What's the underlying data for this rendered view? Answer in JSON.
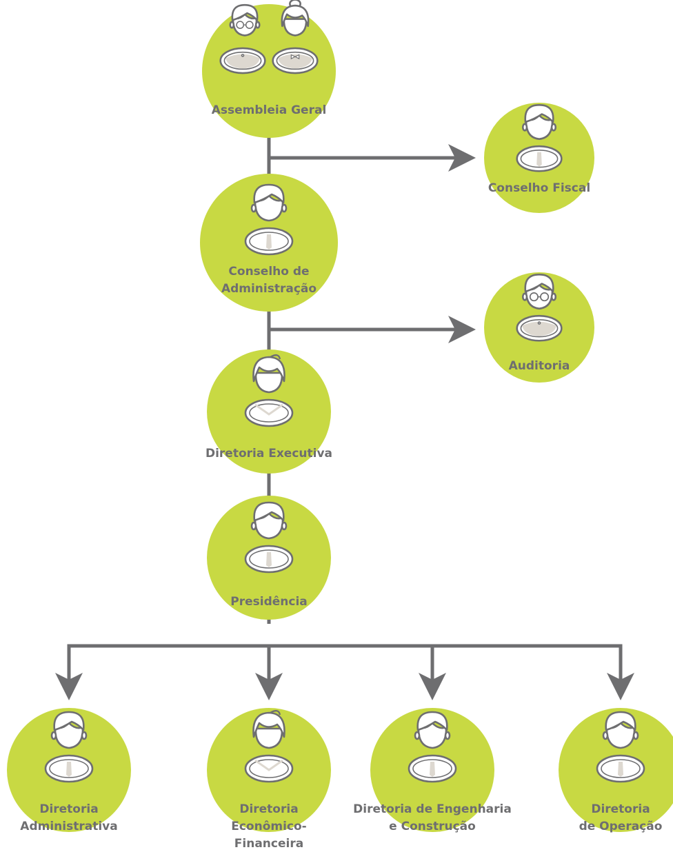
{
  "colors": {
    "node_fill": "#c8d943",
    "line": "#6e6e70",
    "text": "#6e6e70",
    "icon_shade": "#ddd8d0"
  },
  "nodes": [
    {
      "id": "assembleia-geral",
      "lines": [
        "Assembleia Geral"
      ],
      "icon": "man-with-glasses-and-woman-icon"
    },
    {
      "id": "conselho-fiscal",
      "lines": [
        "Conselho Fiscal"
      ],
      "icon": "man-with-tie-icon"
    },
    {
      "id": "conselho-de-administracao",
      "lines": [
        "Conselho de",
        "Administração"
      ],
      "icon": "man-with-tie-icon"
    },
    {
      "id": "auditoria",
      "lines": [
        "Auditoria"
      ],
      "icon": "man-with-glasses-icon"
    },
    {
      "id": "diretoria-executiva",
      "lines": [
        "Diretoria Executiva"
      ],
      "icon": "woman-icon"
    },
    {
      "id": "presidencia",
      "lines": [
        "Presidência"
      ],
      "icon": "man-with-tie-icon"
    },
    {
      "id": "diretoria-administrativa",
      "lines": [
        "Diretoria",
        "Administrativa"
      ],
      "icon": "man-with-tie-icon"
    },
    {
      "id": "diretoria-economico-financeira",
      "lines": [
        "Diretoria",
        "Econômico-",
        "Financeira"
      ],
      "icon": "woman-icon"
    },
    {
      "id": "diretoria-de-engenharia-e-construcao",
      "lines": [
        "Diretoria de Engenharia",
        "e Construção"
      ],
      "icon": "man-with-tie-icon"
    },
    {
      "id": "diretoria-de-operacao",
      "lines": [
        "Diretoria",
        "de Operação"
      ],
      "icon": "man-with-tie-icon"
    }
  ],
  "edges": [
    {
      "from": "assembleia-geral",
      "to": "conselho-fiscal"
    },
    {
      "from": "assembleia-geral",
      "to": "conselho-de-administracao"
    },
    {
      "from": "conselho-de-administracao",
      "to": "auditoria"
    },
    {
      "from": "conselho-de-administracao",
      "to": "diretoria-executiva"
    },
    {
      "from": "diretoria-executiva",
      "to": "presidencia"
    },
    {
      "from": "presidencia",
      "to": "diretoria-administrativa"
    },
    {
      "from": "presidencia",
      "to": "diretoria-economico-financeira"
    },
    {
      "from": "presidencia",
      "to": "diretoria-de-engenharia-e-construcao"
    },
    {
      "from": "presidencia",
      "to": "diretoria-de-operacao"
    }
  ]
}
